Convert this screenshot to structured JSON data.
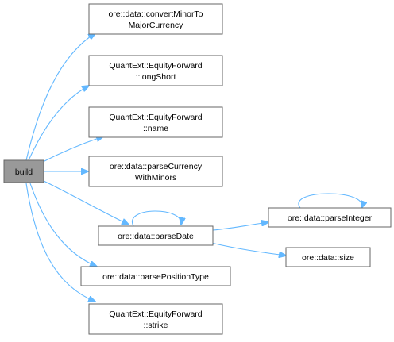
{
  "graph": {
    "root": {
      "label": "build"
    },
    "nodes": {
      "convert_minor_to_major": {
        "lines": [
          "ore::data::convertMinorTo",
          "MajorCurrency"
        ]
      },
      "long_short": {
        "lines": [
          "QuantExt::EquityForward",
          "::longShort"
        ]
      },
      "name": {
        "lines": [
          "QuantExt::EquityForward",
          "::name"
        ]
      },
      "parse_currency_with_minors": {
        "lines": [
          "ore::data::parseCurrency",
          "WithMinors"
        ]
      },
      "parse_date": {
        "lines": [
          "ore::data::parseDate"
        ]
      },
      "parse_position_type": {
        "lines": [
          "ore::data::parsePositionType"
        ]
      },
      "strike": {
        "lines": [
          "QuantExt::EquityForward",
          "::strike"
        ]
      },
      "parse_integer": {
        "lines": [
          "ore::data::parseInteger"
        ]
      },
      "size": {
        "lines": [
          "ore::data::size"
        ]
      }
    }
  },
  "colors": {
    "edge": "#63b8ff",
    "node_border": "#666666",
    "root_fill": "#999999",
    "node_fill": "#ffffff"
  }
}
